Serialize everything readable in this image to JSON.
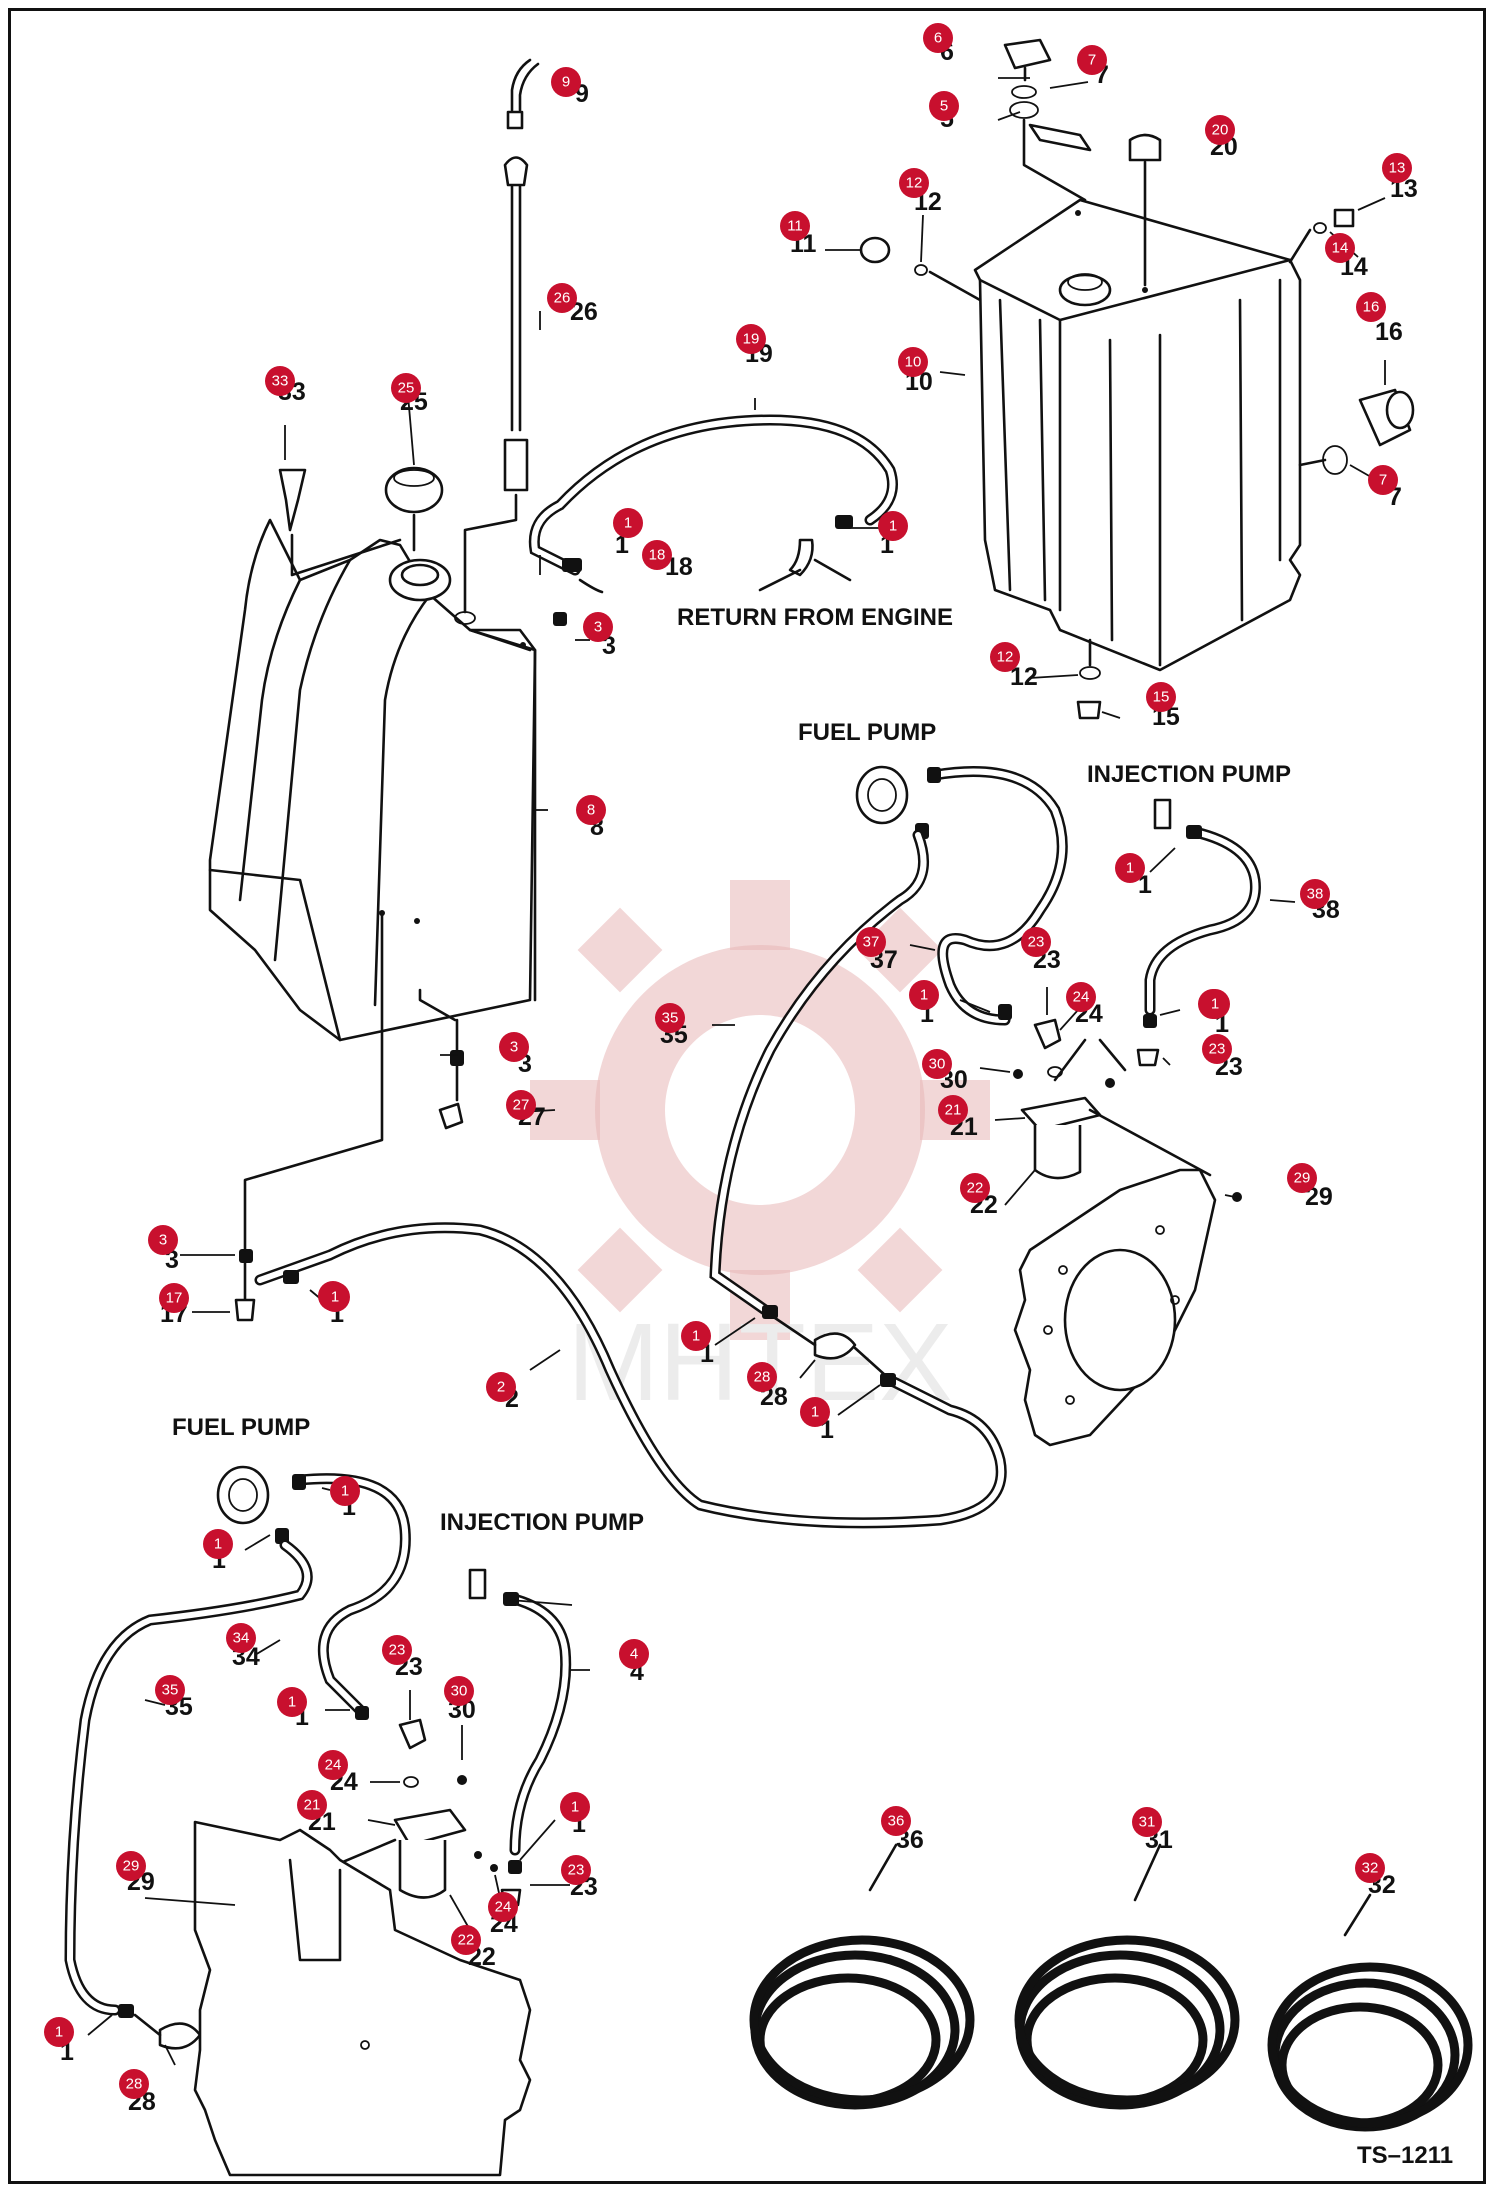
{
  "diagram": {
    "figure_id": "TS–1211",
    "captions": {
      "return_from_engine": "RETURN FROM ENGINE",
      "fuel_pump_upper": "FUEL PUMP",
      "injection_pump_upper": "INJECTION PUMP",
      "fuel_pump_lower": "FUEL PUMP",
      "injection_pump_lower": "INJECTION PUMP"
    },
    "watermark_text": "МНТЕХ",
    "bubble_color": "#c8102e",
    "parts": [
      {
        "id": "p9",
        "ref": "9"
      },
      {
        "id": "p26",
        "ref": "26"
      },
      {
        "id": "p33",
        "ref": "33"
      },
      {
        "id": "p25",
        "ref": "25"
      },
      {
        "id": "p19",
        "ref": "19"
      },
      {
        "id": "p1a",
        "ref": "1"
      },
      {
        "id": "p18",
        "ref": "18"
      },
      {
        "id": "p1b",
        "ref": "1"
      },
      {
        "id": "p3a",
        "ref": "3"
      },
      {
        "id": "p8",
        "ref": "8"
      },
      {
        "id": "p3b",
        "ref": "3"
      },
      {
        "id": "p27",
        "ref": "27"
      },
      {
        "id": "p3c",
        "ref": "3"
      },
      {
        "id": "p17",
        "ref": "17"
      },
      {
        "id": "p1c",
        "ref": "1"
      },
      {
        "id": "p2",
        "ref": "2"
      },
      {
        "id": "p6",
        "ref": "6"
      },
      {
        "id": "p7a",
        "ref": "7"
      },
      {
        "id": "p5",
        "ref": "5"
      },
      {
        "id": "p20",
        "ref": "20"
      },
      {
        "id": "p12a",
        "ref": "12"
      },
      {
        "id": "p11",
        "ref": "11"
      },
      {
        "id": "p13",
        "ref": "13"
      },
      {
        "id": "p14",
        "ref": "14"
      },
      {
        "id": "p16",
        "ref": "16"
      },
      {
        "id": "p10",
        "ref": "10"
      },
      {
        "id": "p7b",
        "ref": "7"
      },
      {
        "id": "p12b",
        "ref": "12"
      },
      {
        "id": "p15",
        "ref": "15"
      },
      {
        "id": "p1d",
        "ref": "1"
      },
      {
        "id": "p1e",
        "ref": "1"
      },
      {
        "id": "p38",
        "ref": "38"
      },
      {
        "id": "p37",
        "ref": "37"
      },
      {
        "id": "p23a",
        "ref": "23"
      },
      {
        "id": "p24a",
        "ref": "24"
      },
      {
        "id": "p1f",
        "ref": "1"
      },
      {
        "id": "p1g",
        "ref": "1"
      },
      {
        "id": "p35a",
        "ref": "35"
      },
      {
        "id": "p30a",
        "ref": "30"
      },
      {
        "id": "p23b",
        "ref": "23"
      },
      {
        "id": "p21a",
        "ref": "21"
      },
      {
        "id": "p22a",
        "ref": "22"
      },
      {
        "id": "p29a",
        "ref": "29"
      },
      {
        "id": "p1h",
        "ref": "1"
      },
      {
        "id": "p28a",
        "ref": "28"
      },
      {
        "id": "p1i",
        "ref": "1"
      },
      {
        "id": "p1j",
        "ref": "1"
      },
      {
        "id": "p1k",
        "ref": "1"
      },
      {
        "id": "p1l",
        "ref": "1"
      },
      {
        "id": "p34",
        "ref": "34"
      },
      {
        "id": "p4",
        "ref": "4"
      },
      {
        "id": "p35b",
        "ref": "35"
      },
      {
        "id": "p23c",
        "ref": "23"
      },
      {
        "id": "p30b",
        "ref": "30"
      },
      {
        "id": "p1m",
        "ref": "1"
      },
      {
        "id": "p24b",
        "ref": "24"
      },
      {
        "id": "p21b",
        "ref": "21"
      },
      {
        "id": "p1n",
        "ref": "1"
      },
      {
        "id": "p29b",
        "ref": "29"
      },
      {
        "id": "p23d",
        "ref": "23"
      },
      {
        "id": "p24c",
        "ref": "24"
      },
      {
        "id": "p22b",
        "ref": "22"
      },
      {
        "id": "p1o",
        "ref": "1"
      },
      {
        "id": "p28b",
        "ref": "28"
      },
      {
        "id": "p36",
        "ref": "36"
      },
      {
        "id": "p31",
        "ref": "31"
      },
      {
        "id": "p32",
        "ref": "32"
      }
    ]
  }
}
